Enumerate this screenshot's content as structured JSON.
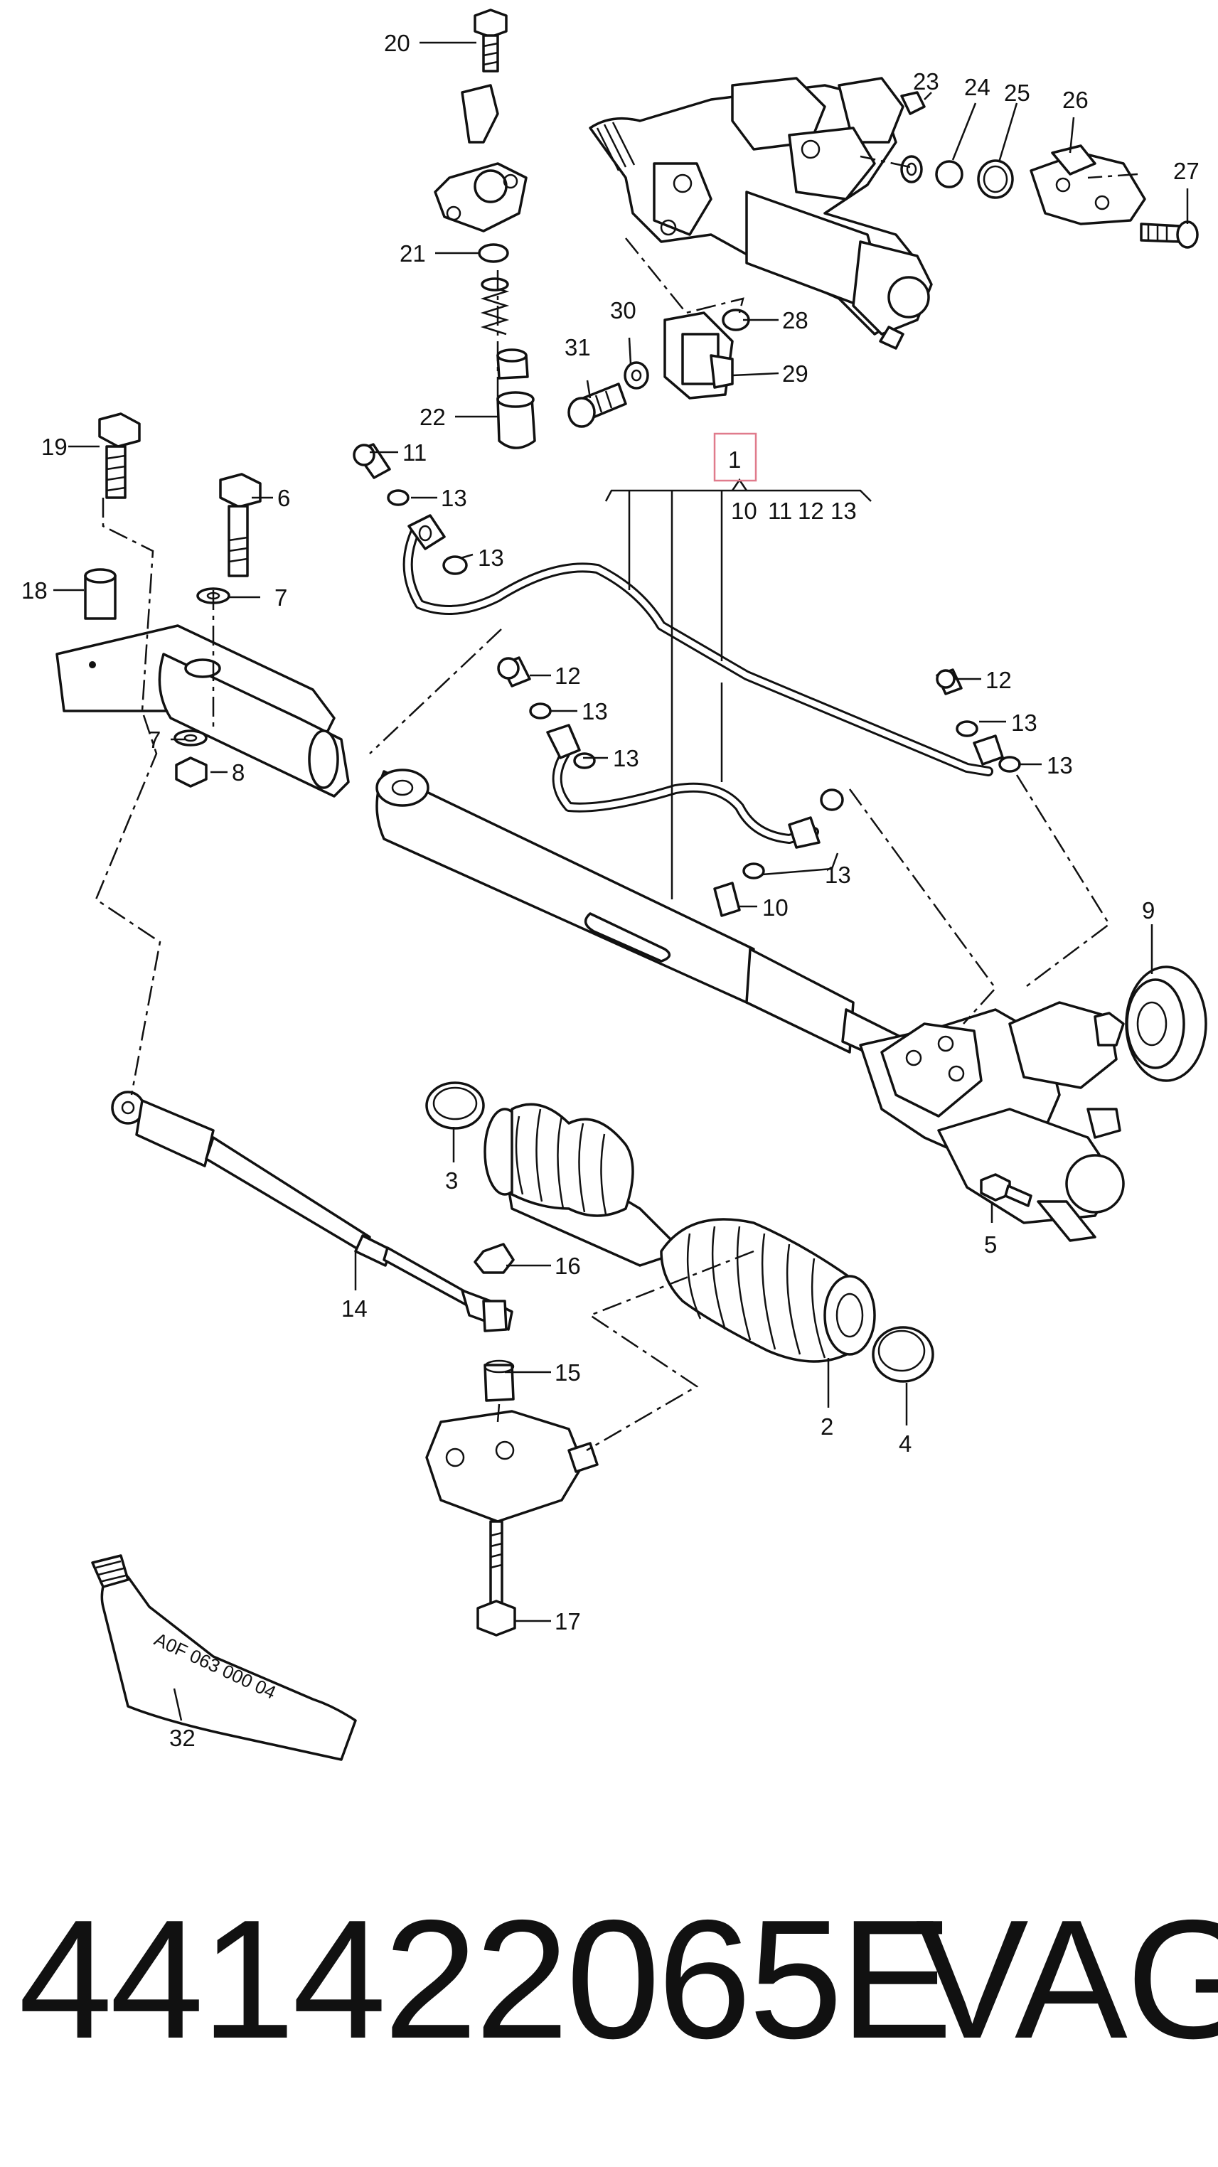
{
  "diagram": {
    "callouts": {
      "c1": "1",
      "c2": "2",
      "c3": "3",
      "c4": "4",
      "c5": "5",
      "c6": "6",
      "c7a": "7",
      "c7b": "7",
      "c8": "8",
      "c9": "9",
      "c10": "10",
      "c11": "11",
      "c12a": "12",
      "c12b": "12",
      "c13a": "13",
      "c13b": "13",
      "c13c": "13",
      "c13d": "13",
      "c13e": "13",
      "c13f": "13",
      "c13g": "13",
      "c14": "14",
      "c15": "15",
      "c16": "16",
      "c17": "17",
      "c18": "18",
      "c19": "19",
      "c20": "20",
      "c21": "21",
      "c22": "22",
      "c23": "23",
      "c24": "24",
      "c25": "25",
      "c26": "26",
      "c27": "27",
      "c28": "28",
      "c29": "29",
      "c30": "30",
      "c31": "31",
      "c32": "32"
    },
    "bracket_labels": [
      "10",
      "11",
      "12",
      "13"
    ],
    "tube_marking": "A0F 063 000 04",
    "highlight_color": "#e07b8c"
  },
  "footer": {
    "part_number": "441422065E",
    "brand": "VAG"
  }
}
